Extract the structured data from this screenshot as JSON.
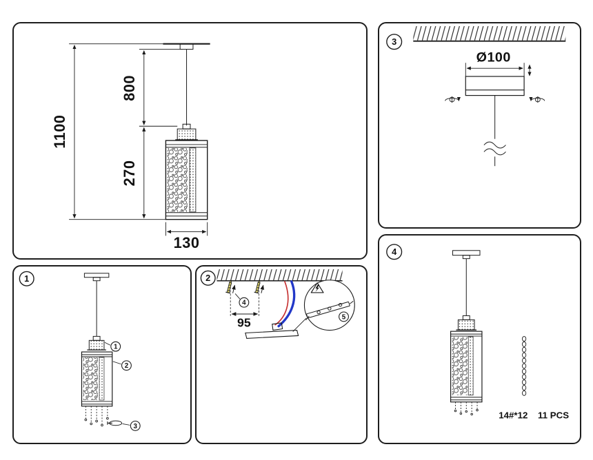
{
  "colors": {
    "line": "#1a1a1a",
    "wire_blue": "#2238c8",
    "wire_red": "#c63232",
    "screw_yellow": "#ddd36a"
  },
  "overview": {
    "total_height": "1100",
    "cord_height": "800",
    "shade_height": "270",
    "shade_width": "130"
  },
  "panel3": {
    "number": "3",
    "plate_diameter": "Ø100"
  },
  "panel1": {
    "number": "1",
    "callout_socket": "1",
    "callout_shade": "2",
    "callout_finial": "3"
  },
  "panel2": {
    "number": "2",
    "hole_spacing": "95",
    "callout_screw": "4",
    "callout_connector": "5"
  },
  "panel4": {
    "number": "4",
    "chain_spec": "14#*12",
    "chain_qty": "11 PCS"
  }
}
